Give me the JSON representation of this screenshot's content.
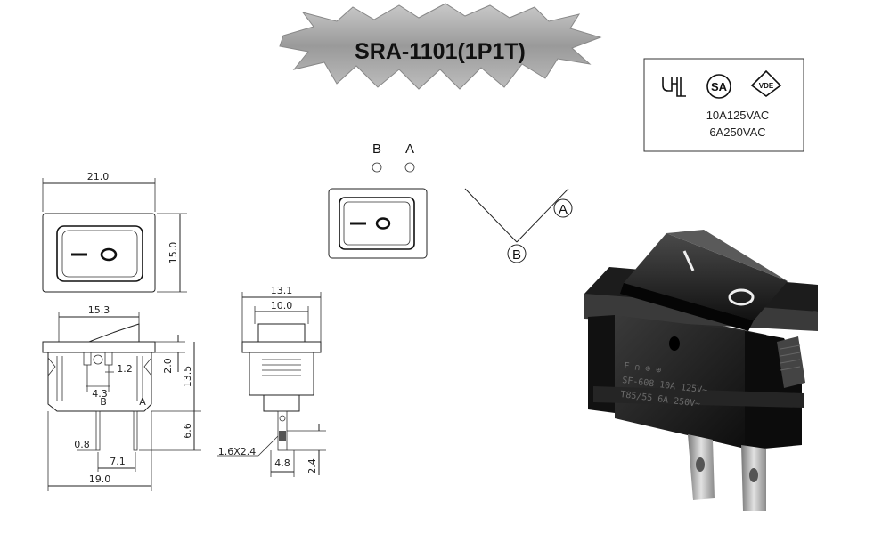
{
  "title": "SRA-1101(1P1T)",
  "certification": {
    "marks": [
      "ul-mark-icon",
      "csa-mark-icon",
      "vde-mark-icon"
    ],
    "rating_line1": "10A125VAC",
    "rating_line2": "6A250VAC"
  },
  "top_view": {
    "width_label": "21.0",
    "height_label": "15.0",
    "symbol_off": "I",
    "symbol_on": "O"
  },
  "side_view": {
    "dim_top": "15.3",
    "dim_4_3": "4.3",
    "dim_1_2": "1.2",
    "dim_2_0": "2.0",
    "dim_13_5": "13.5",
    "dim_6_6": "6.6",
    "dim_0_8": "0.8",
    "dim_7_1": "7.1",
    "dim_19_0": "19.0",
    "terminal_b": "B",
    "terminal_a": "A"
  },
  "end_view": {
    "dim_13_1": "13.1",
    "dim_10_0": "10.0",
    "dim_terminal": "1.6X2.4",
    "dim_4_8": "4.8",
    "dim_2_4": "2.4"
  },
  "schematic": {
    "label_b": "B",
    "label_a": "A",
    "contact_b": "B",
    "contact_a": "A"
  },
  "product_photo": {
    "housing_text_1": "F  ∩  ⊕  ⊕",
    "housing_text_2": "SF-608  10A 125V~",
    "housing_text_3": "T85/55  6A 250V~"
  }
}
